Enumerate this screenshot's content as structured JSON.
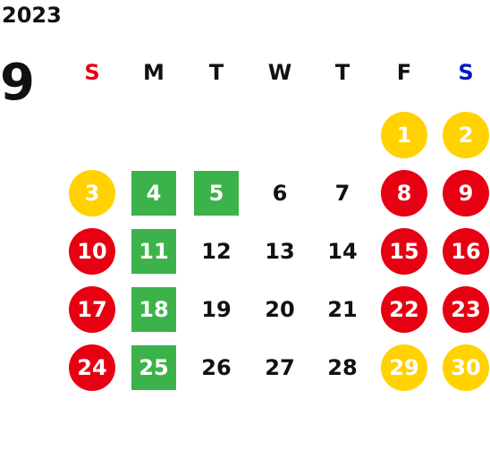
{
  "year": "2023",
  "month": "9",
  "weekdays": [
    {
      "label": "S",
      "color": "#e60012"
    },
    {
      "label": "M",
      "color": "#111111"
    },
    {
      "label": "T",
      "color": "#111111"
    },
    {
      "label": "W",
      "color": "#111111"
    },
    {
      "label": "T",
      "color": "#111111"
    },
    {
      "label": "F",
      "color": "#111111"
    },
    {
      "label": "S",
      "color": "#0018c8"
    }
  ],
  "colors": {
    "red": "#e60012",
    "yellow": "#ffd200",
    "green": "#3cb34a"
  },
  "days": [
    {
      "day": "1",
      "style": "yellow"
    },
    {
      "day": "2",
      "style": "yellow"
    },
    {
      "day": "3",
      "style": "yellow"
    },
    {
      "day": "4",
      "style": "green"
    },
    {
      "day": "5",
      "style": "green"
    },
    {
      "day": "6",
      "style": "plain"
    },
    {
      "day": "7",
      "style": "plain"
    },
    {
      "day": "8",
      "style": "red"
    },
    {
      "day": "9",
      "style": "red"
    },
    {
      "day": "10",
      "style": "red"
    },
    {
      "day": "11",
      "style": "green"
    },
    {
      "day": "12",
      "style": "plain"
    },
    {
      "day": "13",
      "style": "plain"
    },
    {
      "day": "14",
      "style": "plain"
    },
    {
      "day": "15",
      "style": "red"
    },
    {
      "day": "16",
      "style": "red"
    },
    {
      "day": "17",
      "style": "red"
    },
    {
      "day": "18",
      "style": "green"
    },
    {
      "day": "19",
      "style": "plain"
    },
    {
      "day": "20",
      "style": "plain"
    },
    {
      "day": "21",
      "style": "plain"
    },
    {
      "day": "22",
      "style": "red"
    },
    {
      "day": "23",
      "style": "red"
    },
    {
      "day": "24",
      "style": "red"
    },
    {
      "day": "25",
      "style": "green"
    },
    {
      "day": "26",
      "style": "plain"
    },
    {
      "day": "27",
      "style": "plain"
    },
    {
      "day": "28",
      "style": "plain"
    },
    {
      "day": "29",
      "style": "yellow"
    },
    {
      "day": "30",
      "style": "yellow"
    }
  ]
}
